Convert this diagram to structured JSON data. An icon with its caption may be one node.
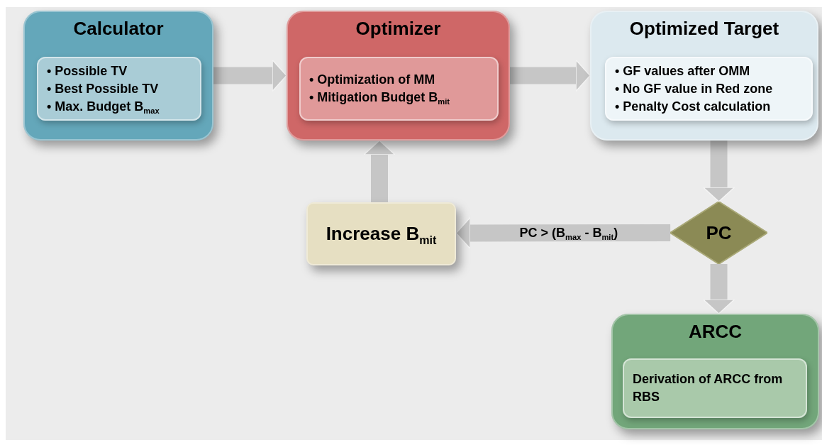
{
  "diagram": {
    "nodes": [
      {
        "text": [
          "Calculator"
        ]
      },
      {
        "text": [
          "• Possible TV",
          "• Best Possible TV",
          "• Max. Budget B$_{max}$"
        ],
        "in": 0
      },
      {
        "text": [
          "Optimizer"
        ]
      },
      {
        "text": [
          "• Optimization of MM",
          "• Mitigation Budget B$_{mit}$"
        ],
        "in": 2
      },
      {
        "text": [
          "Optimized Target"
        ]
      },
      {
        "text": [
          "• GF values after OMM",
          "• No GF value in Red zone",
          "• Penalty Cost calculation"
        ],
        "in": 4
      },
      {
        "text": [
          "Increase B$_{mit}$"
        ]
      },
      {
        "text": [
          "PC"
        ]
      },
      {
        "text": [
          "ARCC"
        ]
      },
      {
        "text": [
          "Derivation of ARCC from RBS"
        ],
        "in": 8
      }
    ],
    "edges": [
      {
        "from": 0,
        "to": 2,
        "arrow": "to"
      },
      {
        "from": 2,
        "to": 4,
        "arrow": "to"
      },
      {
        "from": 4,
        "to": 7,
        "arrow": "to"
      },
      {
        "from": 7,
        "to": 6,
        "arrow": "to",
        "label": "PC > (B$_{max}$ - B$_{mit}$)"
      },
      {
        "from": 6,
        "to": 2,
        "arrow": "to"
      },
      {
        "from": 7,
        "to": 8,
        "arrow": "to"
      }
    ]
  }
}
